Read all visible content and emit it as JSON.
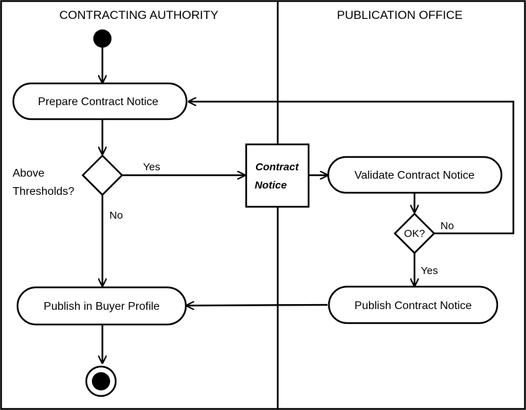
{
  "lanes": {
    "left_title": "CONTRACTING AUTHORITY",
    "right_title": "PUBLICATION OFFICE"
  },
  "nodes": {
    "prepare": "Prepare Contract Notice",
    "decision_thresholds": [
      "Above",
      "Thresholds?"
    ],
    "object": [
      "Contract",
      "Notice"
    ],
    "validate": "Validate Contract Notice",
    "decision_ok": "OK?",
    "publish_notice": "Publish Contract Notice",
    "publish_buyer": "Publish in Buyer Profile"
  },
  "edge_labels": {
    "thresholds_yes": "Yes",
    "thresholds_no": "No",
    "ok_yes": "Yes",
    "ok_no": "No"
  }
}
